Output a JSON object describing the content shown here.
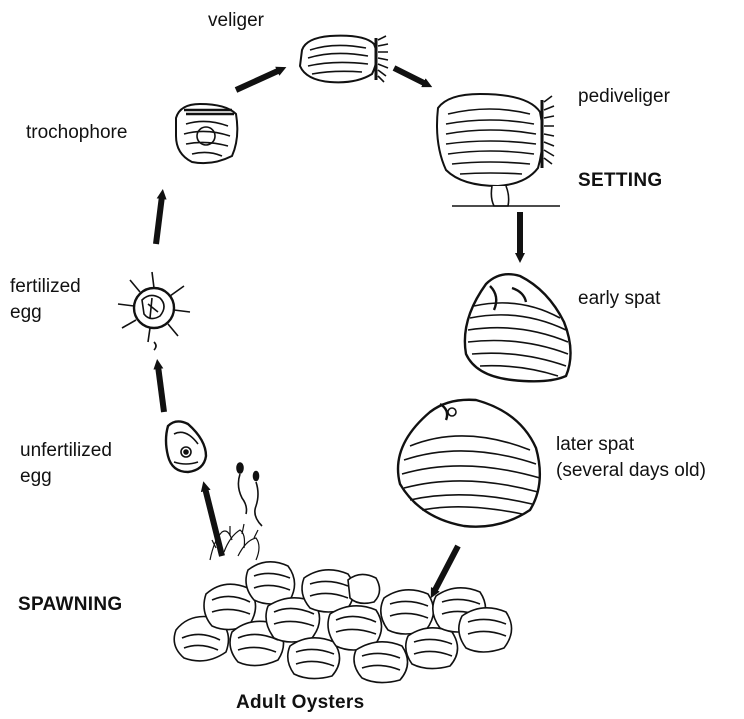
{
  "diagram": {
    "stages": {
      "veliger": "veliger",
      "pediveliger": "pediveliger",
      "trochophore": "trochophore",
      "fertilized_egg": [
        "fertilized",
        "egg"
      ],
      "early_spat": "early spat",
      "later_spat": [
        "later spat",
        "(several days old)"
      ],
      "unfertilized_egg": [
        "unfertilized",
        "egg"
      ]
    },
    "phases": {
      "setting": "SETTING",
      "spawning": "SPAWNING"
    },
    "adult_oysters": "Adult Oysters"
  }
}
